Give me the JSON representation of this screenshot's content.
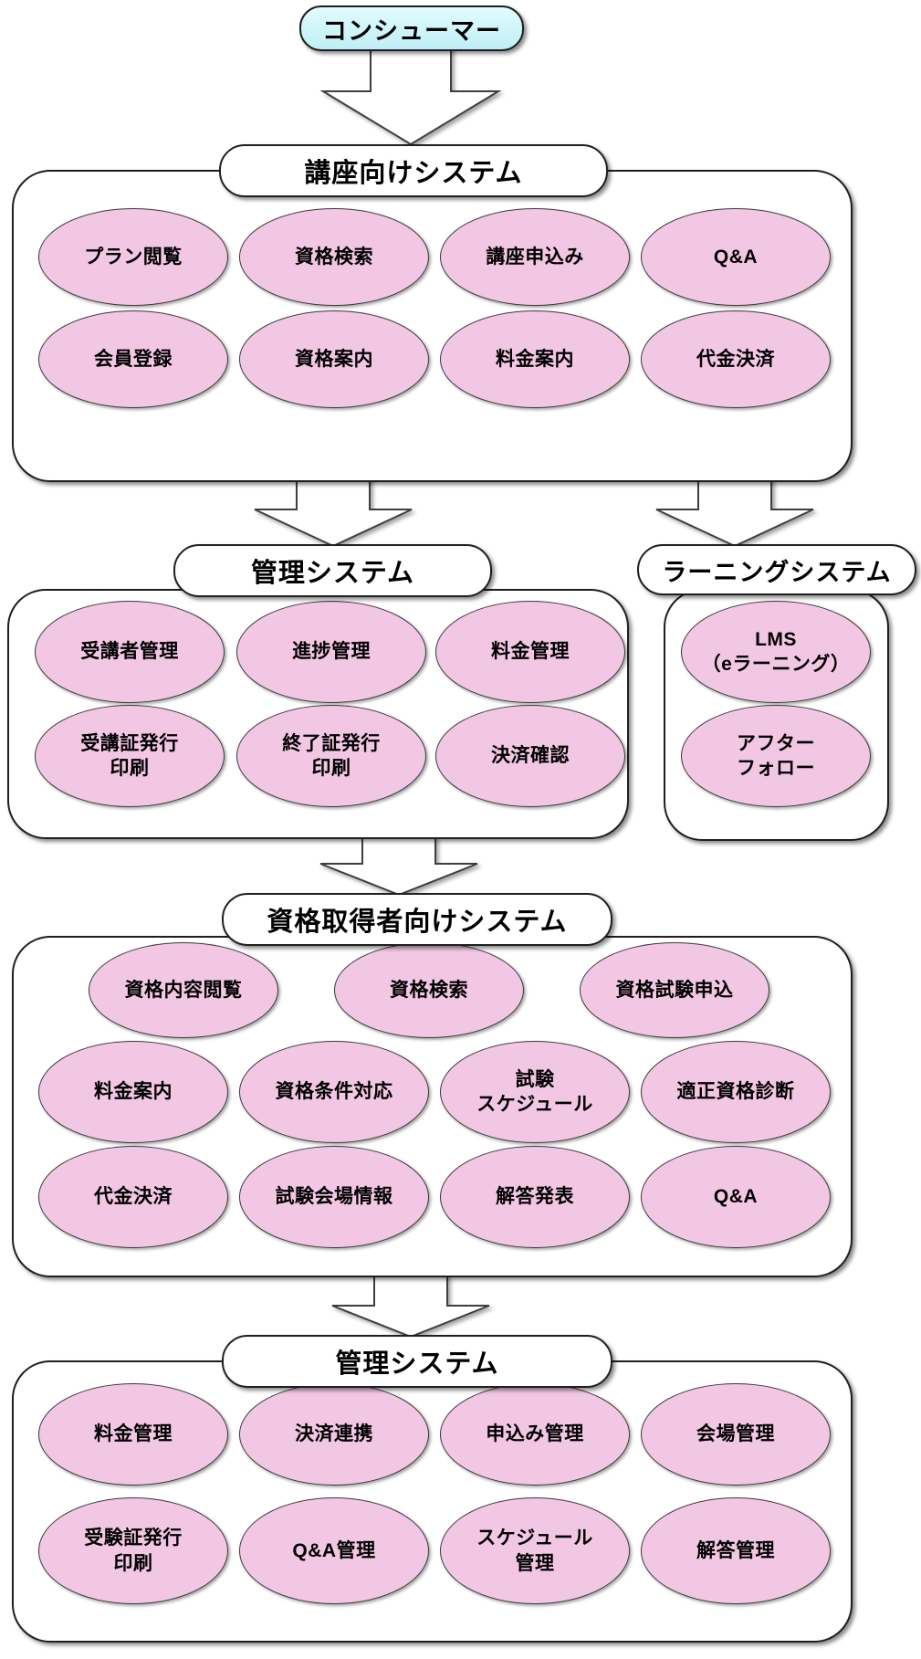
{
  "consumer_label": "コンシューマー",
  "sections": [
    {
      "title": "講座向けシステム",
      "rows": [
        [
          "プラン閲覧",
          "資格検索",
          "講座申込み",
          "Q&A"
        ],
        [
          "会員登録",
          "資格案内",
          "料金案内",
          "代金決済"
        ]
      ]
    },
    {
      "title": "管理システム",
      "rows": [
        [
          "受講者管理",
          "進捗管理",
          "料金管理"
        ],
        [
          "受講証発行\n印刷",
          "終了証発行\n印刷",
          "決済確認"
        ]
      ]
    },
    {
      "title": "ラーニングシステム",
      "rows": [
        [
          "LMS\n（eラーニング）"
        ],
        [
          "アフター\nフォロー"
        ]
      ]
    },
    {
      "title": "資格取得者向けシステム",
      "rows": [
        [
          "資格内容閲覧",
          "資格検索",
          "資格試験申込"
        ],
        [
          "料金案内",
          "資格条件対応",
          "試験\nスケジュール",
          "適正資格診断"
        ],
        [
          "代金決済",
          "試験会場情報",
          "解答発表",
          "Q&A"
        ]
      ]
    },
    {
      "title": "管理システム",
      "rows": [
        [
          "料金管理",
          "決済連携",
          "申込み管理",
          "会場管理"
        ],
        [
          "受験証発行\n印刷",
          "Q&A管理",
          "スケジュール\n管理",
          "解答管理"
        ]
      ]
    }
  ],
  "colors": {
    "node_fill": "#F2C7E4",
    "consumer_fill": "#C9F1F7",
    "box_fill": "#FFFFFF",
    "border": "#1F1F1F",
    "arrow_fill": "#FFFFFF"
  }
}
